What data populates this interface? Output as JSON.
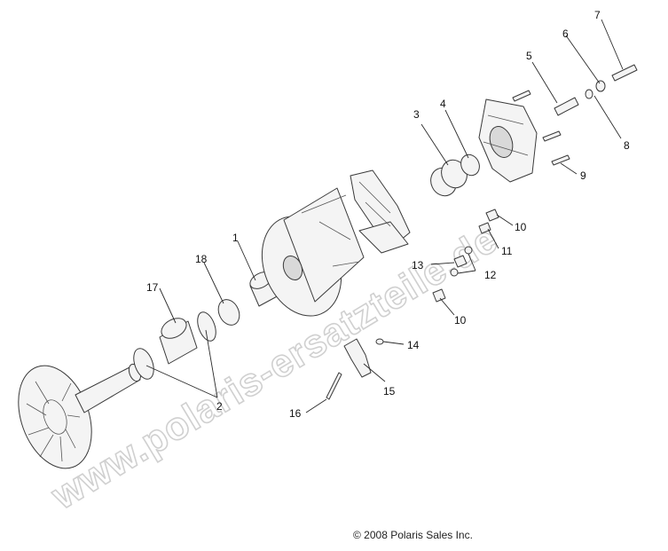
{
  "watermark": "www.polaris-ersatzteile.de",
  "copyright": "© 2008 Polaris Sales Inc.",
  "callouts": {
    "c1": "1",
    "c2": "2",
    "c3": "3",
    "c4": "4",
    "c5": "5",
    "c6": "6",
    "c7": "7",
    "c8": "8",
    "c9": "9",
    "c10a": "10",
    "c10b": "10",
    "c11": "11",
    "c12": "12",
    "c13": "13",
    "c14": "14",
    "c15": "15",
    "c16": "16",
    "c17": "17",
    "c18": "18"
  }
}
